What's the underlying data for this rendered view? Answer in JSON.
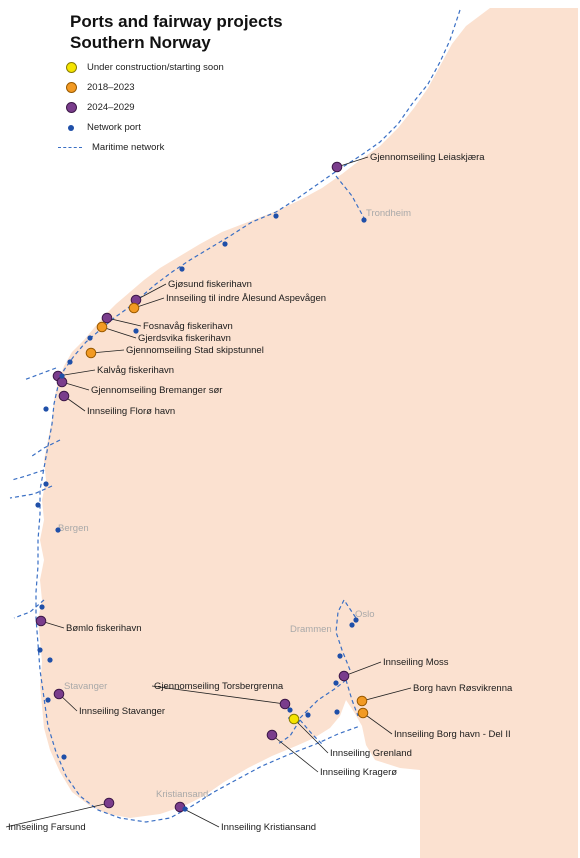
{
  "title": {
    "line1": "Ports and fairway projects",
    "line2": "Southern Norway"
  },
  "colors": {
    "land": "#fbe1d0",
    "network_line": "#3a6fc4",
    "network_port": "#1f4fa8",
    "under_construction": "#f5e400",
    "period_2018_2023": "#f29a23",
    "period_2024_2029": "#7a3d8c",
    "place_label": "#a9a9a9"
  },
  "legend": {
    "under_construction": "Under construction/starting soon",
    "period_2018_2023": "2018–2023",
    "period_2024_2029": "2024–2029",
    "network_port": "Network port",
    "maritime_network": "Maritime network"
  },
  "places": [
    "Trondheim",
    "Bergen",
    "Stavanger",
    "Kristiansand",
    "Drammen",
    "Oslo"
  ],
  "projects": [
    {
      "name": "Gjennomseiling Leiaskjæra",
      "status": "2024–2029"
    },
    {
      "name": "Gjøsund fiskerihavn",
      "status": "2024–2029"
    },
    {
      "name": "Innseiling til indre Ålesund Aspevågen",
      "status": "2018–2023"
    },
    {
      "name": "Fosnavåg fiskerihavn",
      "status": "2024–2029"
    },
    {
      "name": "Gjerdsvika fiskerihavn",
      "status": "2018–2023"
    },
    {
      "name": "Gjennomseiling Stad skipstunnel",
      "status": "2018–2023"
    },
    {
      "name": "Kalvåg fiskerihavn",
      "status": "2024–2029"
    },
    {
      "name": "Gjennomseiling Bremanger sør",
      "status": "2024–2029"
    },
    {
      "name": "Innseiling Florø havn",
      "status": "2024–2029"
    },
    {
      "name": "Bømlo fiskerihavn",
      "status": "2024–2029"
    },
    {
      "name": "Innseiling Stavanger",
      "status": "2024–2029"
    },
    {
      "name": "Innseiling Farsund",
      "status": "2024–2029"
    },
    {
      "name": "Innseiling Kristiansand",
      "status": "2024–2029"
    },
    {
      "name": "Innseiling Kragerø",
      "status": "2024–2029"
    },
    {
      "name": "Innseiling Grenland",
      "status": "Under construction/starting soon"
    },
    {
      "name": "Gjennomseiling Torsbergrenna",
      "status": "2024–2029"
    },
    {
      "name": "Innseiling Moss",
      "status": "2024–2029"
    },
    {
      "name": "Borg havn Røsvikrenna",
      "status": "2018–2023"
    },
    {
      "name": "Innseiling Borg havn - Del II",
      "status": "2018–2023"
    }
  ]
}
